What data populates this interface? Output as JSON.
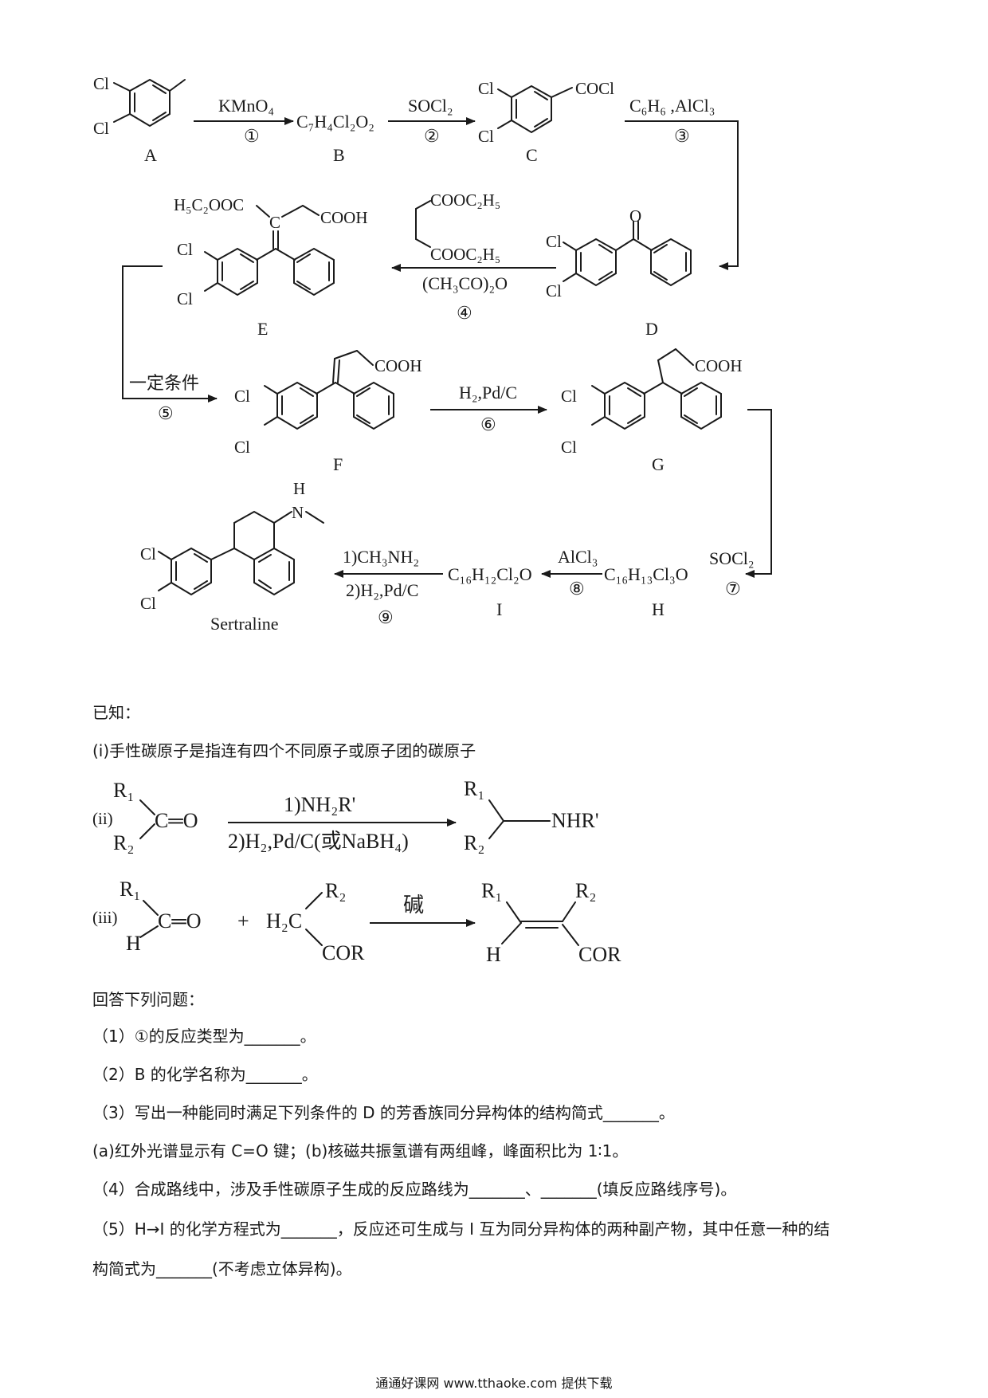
{
  "scheme": {
    "labels": {
      "A": "A",
      "B": "B",
      "C": "C",
      "D": "D",
      "E": "E",
      "F": "F",
      "G": "G",
      "H": "H",
      "I": "I",
      "sertraline": "Sertraline"
    },
    "compounds": {
      "B_formula": "C₇H₄Cl₂O₂",
      "H_formula": "C₁₆H₁₃Cl₃O",
      "I_formula": "C₁₆H₁₂Cl₂O",
      "cocl": "COCl",
      "cooh": "COOH",
      "e_ester": "H₅C₂OOC",
      "cooet": "COOC₂H₅",
      "cl": "Cl",
      "o": "O",
      "c": "C",
      "nh": "H",
      "n": "N"
    },
    "steps": {
      "s1_reagent": "KMnO₄",
      "s1_num": "①",
      "s2_reagent": "SOCl₂",
      "s2_num": "②",
      "s3_reagent": "C₆H₆ ,AlCl₃",
      "s3_num": "③",
      "s4_reagent": "(CH₃CO)₂O",
      "s4_num": "④",
      "s5_reagent": "一定条件",
      "s5_num": "⑤",
      "s6_reagent": "H₂,Pd/C",
      "s6_num": "⑥",
      "s7_reagent": "SOCl₂",
      "s7_num": "⑦",
      "s8_reagent": "AlCl₃",
      "s8_num": "⑧",
      "s9_reagent1": "1)CH₃NH₂",
      "s9_reagent2": "2)H₂,Pd/C",
      "s9_num": "⑨"
    }
  },
  "known": {
    "heading": "已知：",
    "item_i": "(i)手性碳原子是指连有四个不同原子或原子团的碳原子",
    "ii": {
      "label": "(ii)",
      "r1": "R₁",
      "r2": "R₂",
      "carbonyl": "C═O",
      "cond1": "1)NH₂R'",
      "cond2": "2)H₂,Pd/C(或NaBH₄)",
      "product": "NHR'"
    },
    "iii": {
      "label": "(iii)",
      "r1": "R₁",
      "r2": "R₂",
      "h": "H",
      "carbonyl": "C═O",
      "plus": "+",
      "h2c": "H₂C",
      "cor": "COR",
      "base": "碱"
    }
  },
  "questions": {
    "intro": "回答下列问题：",
    "q1": "（1）①的反应类型为_______。",
    "q2": "（2）B 的化学名称为_______。",
    "q3": "（3）写出一种能同时满足下列条件的 D 的芳香族同分异构体的结构简式_______。",
    "q3_cond": "(a)红外光谱显示有 C=O 键；(b)核磁共振氢谱有两组峰，峰面积比为 1∶1。",
    "q4": "（4）合成路线中，涉及手性碳原子生成的反应路线为_______、_______(填反应路线序号)。",
    "q5_line1": "（5）H→I 的化学方程式为_______，反应还可生成与 I 互为同分异构体的两种副产物，其中任意一种的结",
    "q5_line2": "构简式为_______(不考虑立体异构)。"
  },
  "footer": "通通好课网   www.tthaoke.com  提供下载"
}
